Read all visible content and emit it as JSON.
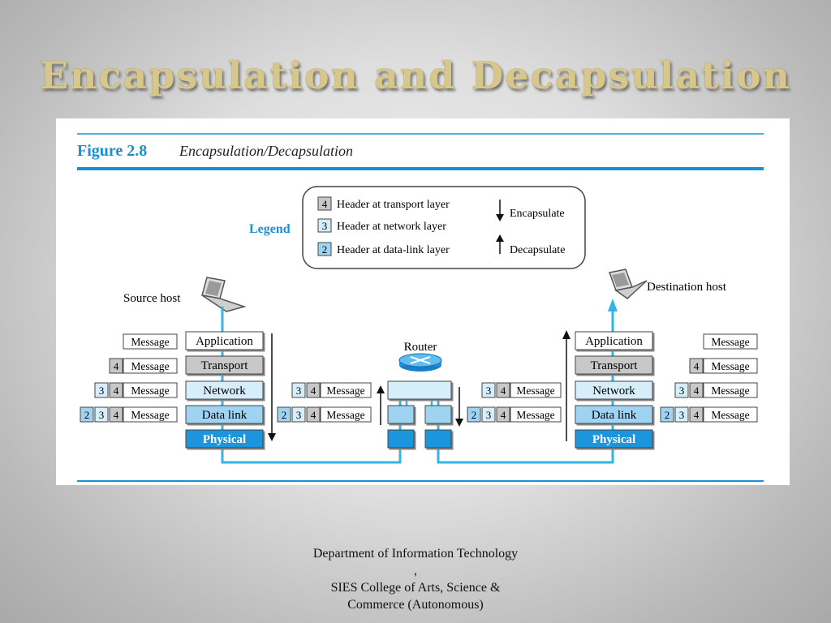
{
  "slide": {
    "title": "Encapsulation and Decapsulation",
    "footer_line1": "Department of Information Technology",
    "footer_line2": ",",
    "footer_line3": "SIES College of Arts, Science &",
    "footer_line4": "Commerce (Autonomous)"
  },
  "figure": {
    "number": "Figure 2.8",
    "caption": "Encapsulation/Decapsulation",
    "legend": {
      "title": "Legend",
      "items": [
        {
          "badge": "4",
          "text": "Header at transport layer"
        },
        {
          "badge": "3",
          "text": "Header at network layer"
        },
        {
          "badge": "2",
          "text": "Header at data-link layer"
        }
      ],
      "encapsulate": "Encapsulate",
      "decapsulate": "Decapsulate"
    },
    "source_label": "Source host",
    "destination_label": "Destination host",
    "router_label": "Router",
    "layers": [
      "Application",
      "Transport",
      "Network",
      "Data link",
      "Physical"
    ],
    "message": "Message",
    "header_labels": {
      "transport": "4",
      "network": "3",
      "datalink": "2"
    },
    "colors": {
      "blue_line": "#33b3e6",
      "figure_blue": "#1a8fd3",
      "layer_gray": "#c8c8c8",
      "layer_light": "#d6eefa",
      "layer_mid": "#9fd3f2",
      "layer_dark": "#1a95dd"
    }
  }
}
